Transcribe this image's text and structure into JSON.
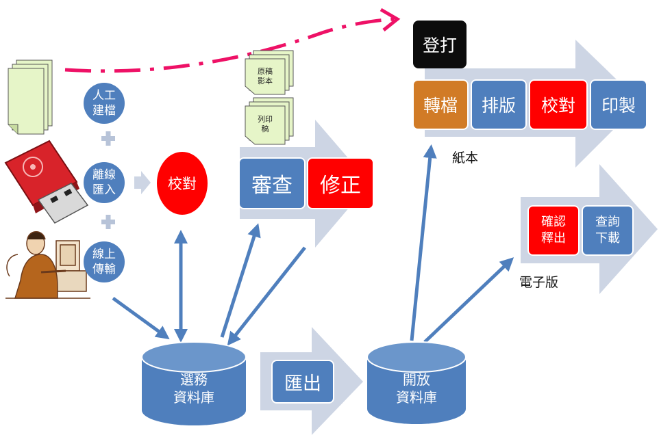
{
  "nodes": {
    "manual_entry": "人工\n建檔",
    "offline_import": "離線\n匯入",
    "online_transfer": "線上\n傳輸",
    "proofread_main": "校對",
    "original_copy": "原稿\n影本",
    "print_draft": "列印\n稿",
    "review": "審查",
    "correct": "修正",
    "election_db": "選務\n資料庫",
    "export": "匯出",
    "open_db": "開放\n資料庫",
    "typing": "登打",
    "convert": "轉檔",
    "layout": "排版",
    "proofread_print": "校對",
    "printing": "印製",
    "paper_label": "紙本",
    "confirm_release": "確認\n釋出",
    "query_download": "查詢\n下載",
    "electronic_label": "電子版"
  },
  "colors": {
    "blue": "#4f7fbd",
    "red": "#ff0000",
    "orange": "#d17b26",
    "black": "#0c0c0c",
    "arrow_gray": "#cdd5e4",
    "dash_pink": "#ee1166"
  }
}
